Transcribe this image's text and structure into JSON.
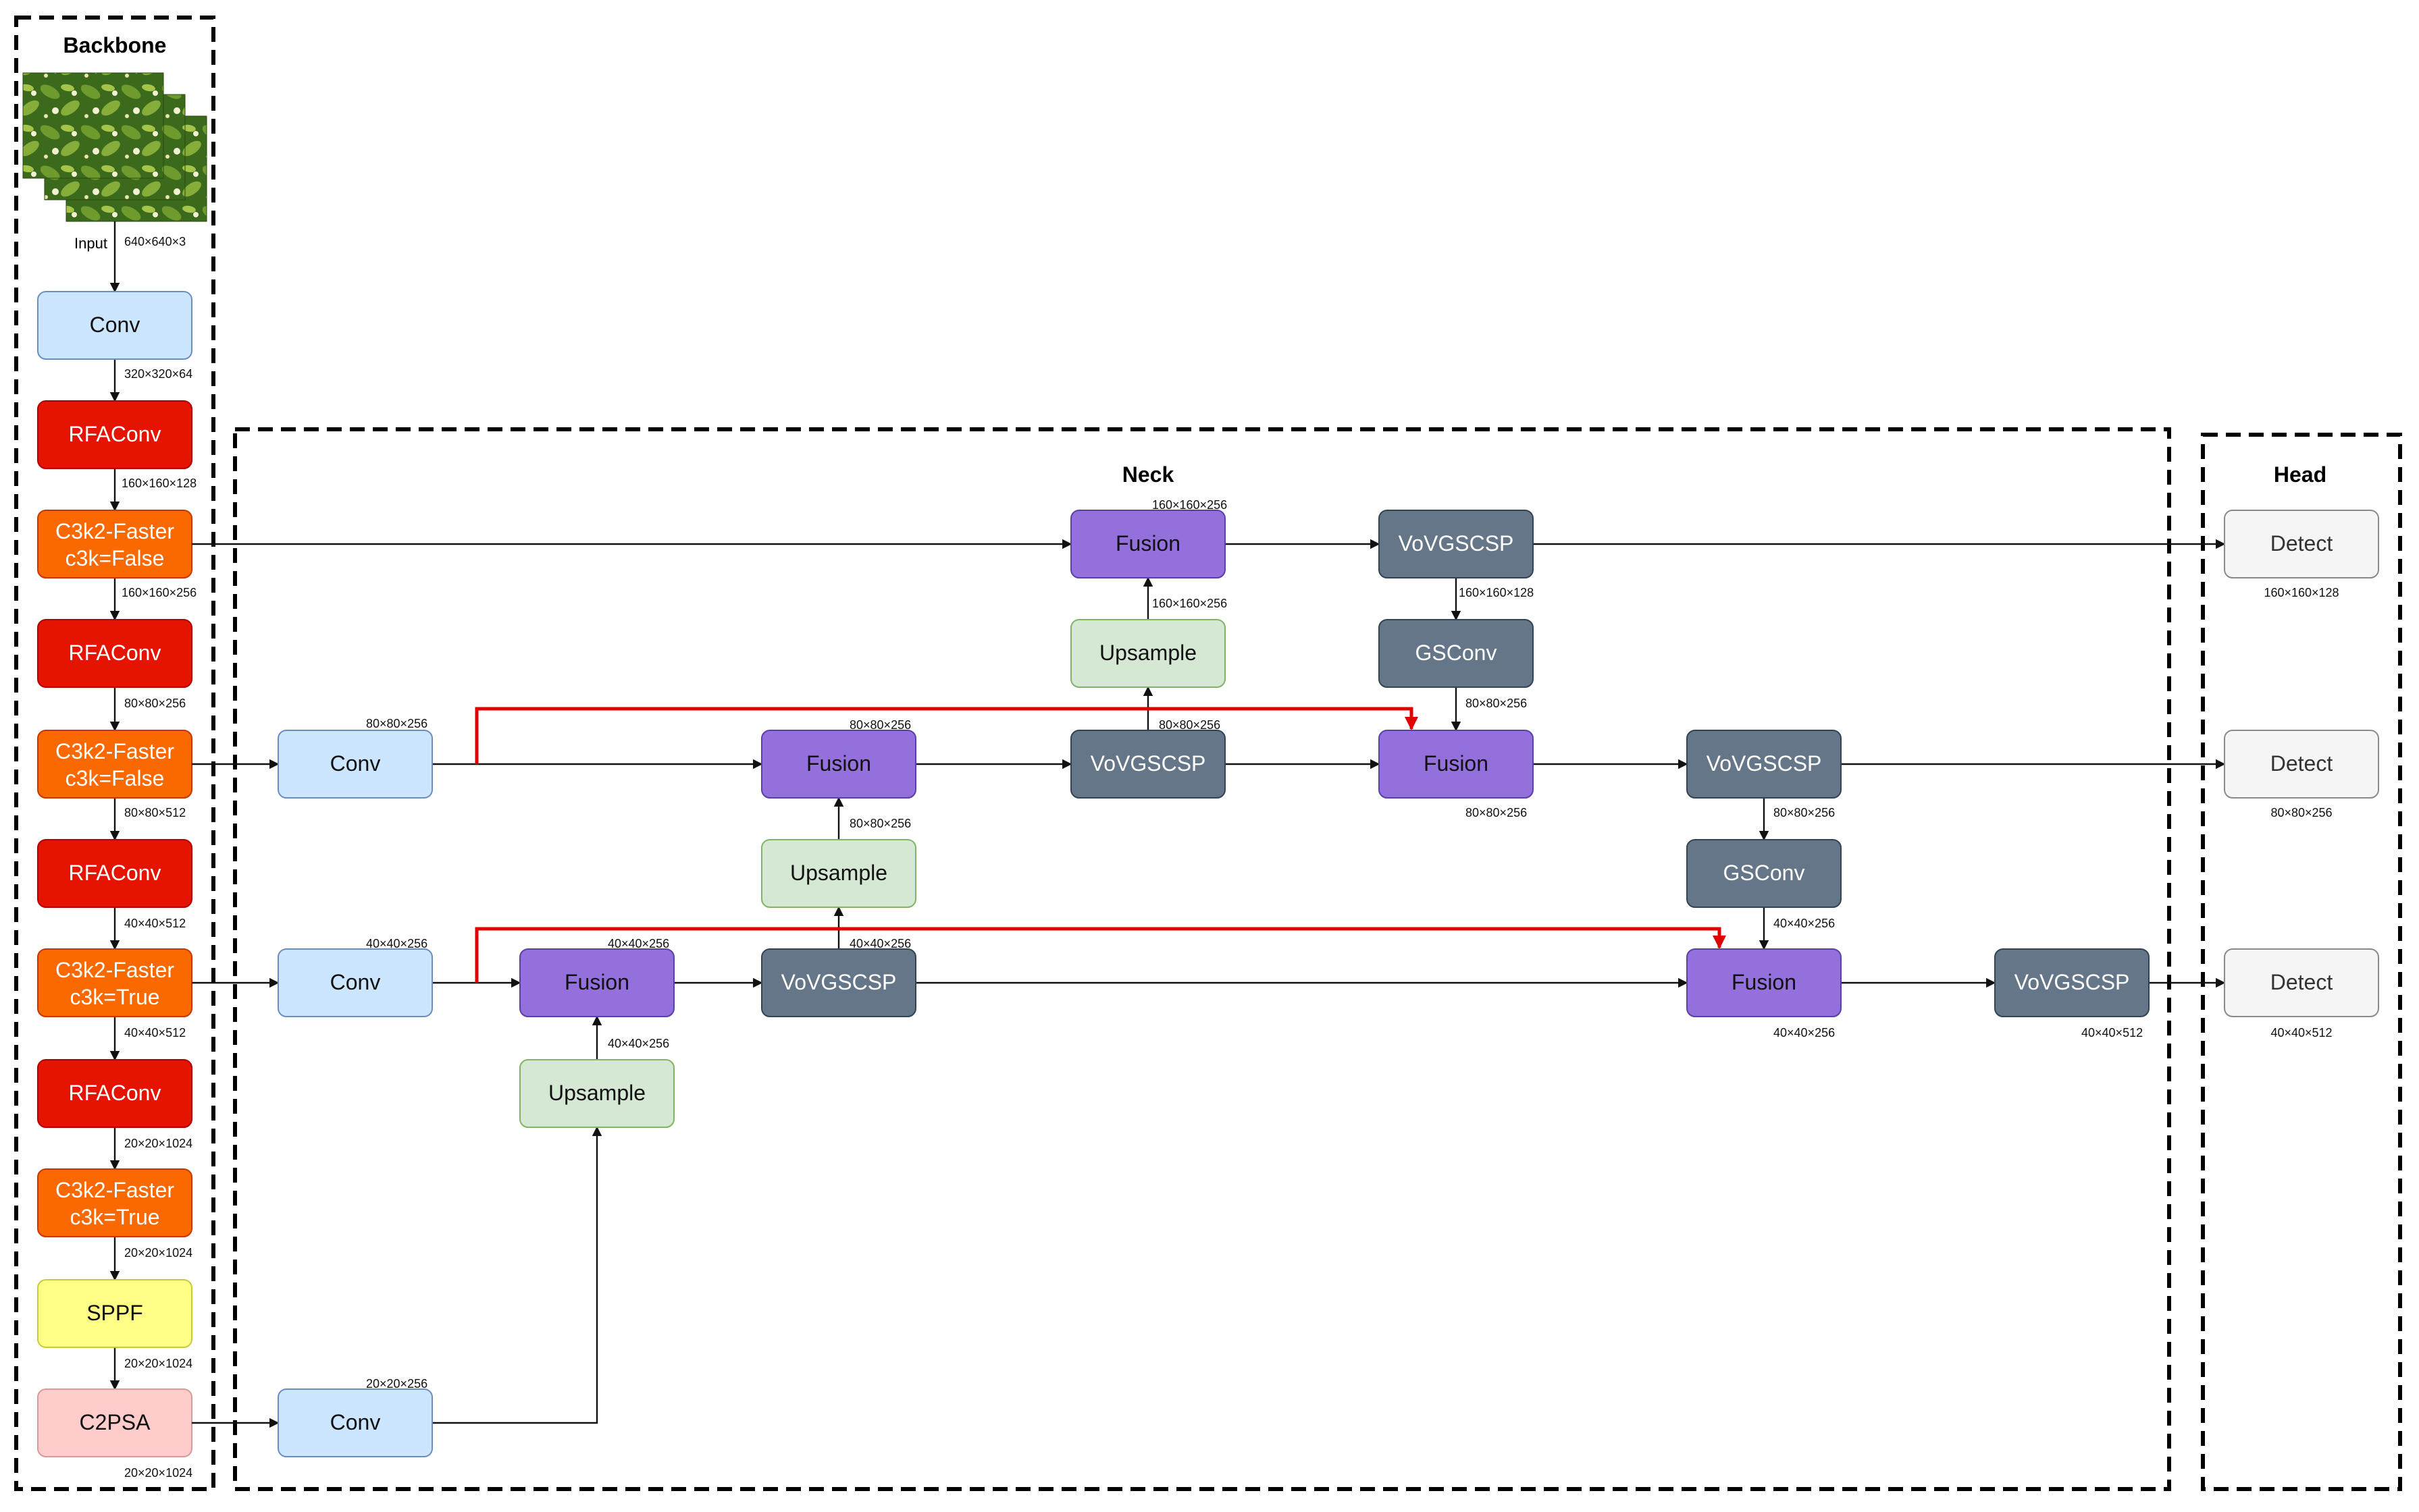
{
  "sections": {
    "backbone": "Backbone",
    "neck": "Neck",
    "head": "Head"
  },
  "colors": {
    "conv": "#cce6ff",
    "rfaconv": "#e51400",
    "c3k2": "#fa6800",
    "sppf": "#ffff88",
    "c2psa": "#ffcccc",
    "fusion": "#9370db",
    "vovgscsp": "#647687",
    "gsconv": "#647687",
    "upsample": "#d5e8d4",
    "detect": "#f5f5f5",
    "skip": "#e00000"
  },
  "input": {
    "label": "Input",
    "dim": "640×640×3"
  },
  "backbone": [
    {
      "label": "Conv",
      "dim": "320×320×64"
    },
    {
      "label": "RFAConv",
      "dim": "160×160×128"
    },
    {
      "label": "C3k2-Faster c3k=False",
      "dim": "160×160×256"
    },
    {
      "label": "RFAConv",
      "dim": "80×80×256"
    },
    {
      "label": "C3k2-Faster c3k=False",
      "dim": "80×80×512"
    },
    {
      "label": "RFAConv",
      "dim": "40×40×512"
    },
    {
      "label": "C3k2-Faster c3k=True",
      "dim": "40×40×512"
    },
    {
      "label": "RFAConv",
      "dim": "20×20×1024"
    },
    {
      "label": "C3k2-Faster c3k=True",
      "dim": "20×20×1024"
    },
    {
      "label": "SPPF",
      "dim": "20×20×1024"
    },
    {
      "label": "C2PSA",
      "dim": "20×20×1024"
    }
  ],
  "neck": {
    "conv_80": {
      "label": "Conv",
      "dim": "80×80×256"
    },
    "conv_40": {
      "label": "Conv",
      "dim": "40×40×256"
    },
    "conv_20": {
      "label": "Conv",
      "dim": "20×20×256"
    },
    "upsample_a": {
      "label": "Upsample",
      "dim": "40×40×256"
    },
    "fusion_a": {
      "label": "Fusion",
      "dim": "40×40×256"
    },
    "vovgscsp_a": {
      "label": "VoVGSCSP",
      "dim": "40×40×256"
    },
    "upsample_b": {
      "label": "Upsample",
      "dim": "80×80×256"
    },
    "fusion_b": {
      "label": "Fusion",
      "dim": "80×80×256"
    },
    "vovgscsp_b": {
      "label": "VoVGSCSP",
      "dim": "80×80×256"
    },
    "upsample_c": {
      "label": "Upsample",
      "dim": "160×160×256"
    },
    "fusion_c": {
      "label": "Fusion",
      "dim": "160×160×256"
    },
    "vovgscsp_c": {
      "label": "VoVGSCSP",
      "dim": "160×160×128"
    },
    "gsconv_a": {
      "label": "GSConv",
      "dim": "80×80×256"
    },
    "fusion_d": {
      "label": "Fusion",
      "dim": "80×80×256"
    },
    "vovgscsp_d": {
      "label": "VoVGSCSP",
      "dim": "80×80×256"
    },
    "gsconv_b": {
      "label": "GSConv",
      "dim": "40×40×256"
    },
    "fusion_e": {
      "label": "Fusion",
      "dim": "40×40×256"
    },
    "vovgscsp_e": {
      "label": "VoVGSCSP",
      "dim": "40×40×512"
    }
  },
  "head": [
    {
      "label": "Detect",
      "dim": "160×160×128"
    },
    {
      "label": "Detect",
      "dim": "80×80×256"
    },
    {
      "label": "Detect",
      "dim": "40×40×512"
    }
  ]
}
